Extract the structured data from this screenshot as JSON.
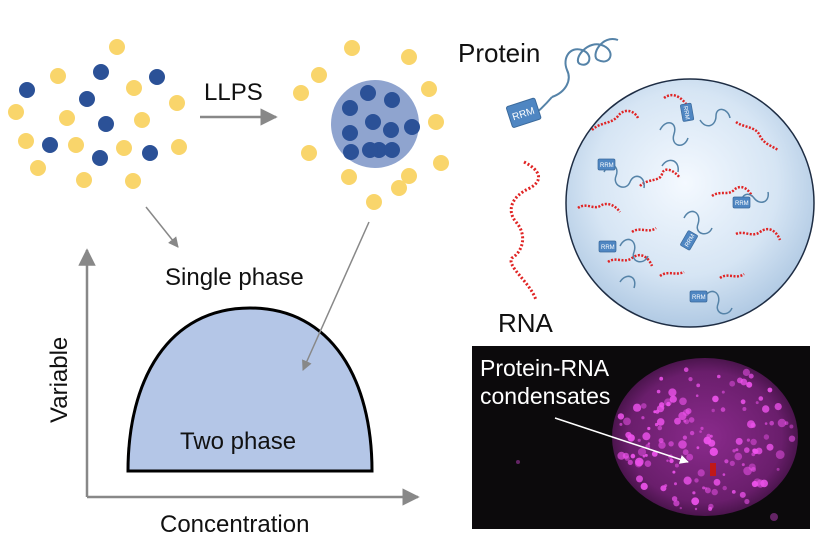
{
  "labels": {
    "llps": "LLPS",
    "protein": "Protein",
    "rna": "RNA",
    "single_phase": "Single phase",
    "two_phase": "Two phase",
    "y_axis": "Variable",
    "x_axis": "Concentration",
    "condensates_line1": "Protein-RNA",
    "condensates_line2": "condensates",
    "rrm": "RRM"
  },
  "colors": {
    "blue_particle": "#2b5197",
    "yellow_particle": "#f9d56b",
    "droplet_fill": "#8fa4cf",
    "phase_fill": "#b4c6e7",
    "protein_chain": "#5583a8",
    "rrm_box": "#4f86c2",
    "rna": "#e02424",
    "condensate_sphere": "#cfe0f2",
    "arrow": "#888888",
    "micrograph_bg": "#0c0a0c",
    "nucleus": "#6b1f6e",
    "speckle": "#ee52ec"
  },
  "icons": {
    "llps_arrow": "right-arrow-icon",
    "rrm_domain": "rrm-domain-icon"
  }
}
